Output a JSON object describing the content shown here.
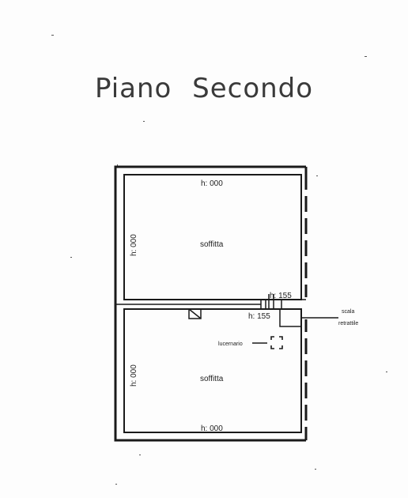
{
  "title": "Piano Secondo",
  "rooms": [
    {
      "name": "soffitta",
      "height_top": "h: 000",
      "height_side": "h: 000"
    },
    {
      "name": "soffitta",
      "height_bottom": "h: 000",
      "height_side": "h: 000"
    }
  ],
  "labels": {
    "h155_upper": "h: 155",
    "h155_lower": "h: 155",
    "stair_line1": "scala",
    "stair_line2": "retrattile",
    "skylight": "lucernario"
  },
  "colors": {
    "ink": "#1a1a1a",
    "paper": "#fdfdfd"
  }
}
